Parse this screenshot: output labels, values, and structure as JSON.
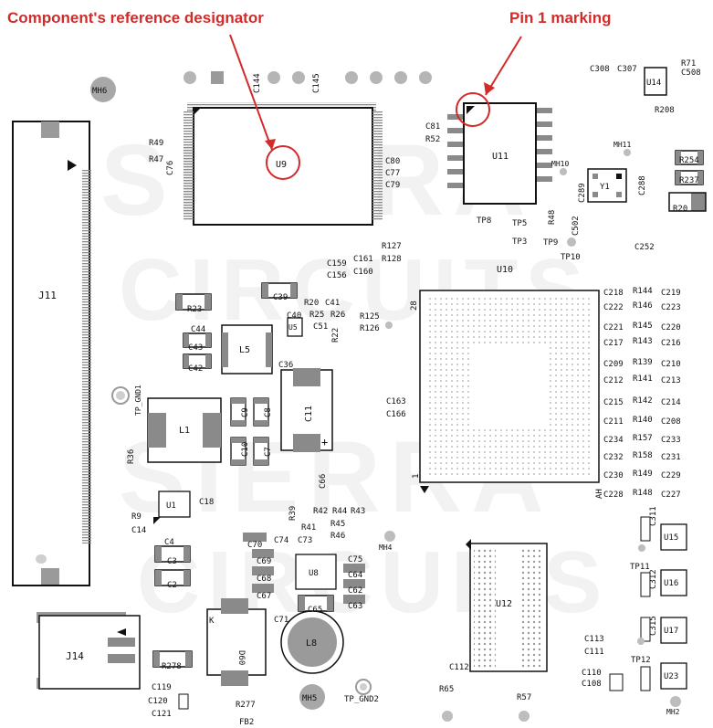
{
  "callouts": {
    "designator_text": "Component's reference designator",
    "pin1_text": "Pin 1 marking"
  },
  "colors": {
    "accent": "#d32a2a",
    "pad": "#9a9a9a",
    "pad_dark": "#7d7d7d",
    "outline": "#111111",
    "watermark": "#f1f1f1"
  },
  "watermark": {
    "words": [
      "SIERRA",
      "CIRCUITS"
    ]
  },
  "components": {
    "u9": "U9",
    "u11": "U11",
    "u10": "U10",
    "u12": "U12",
    "j11": "J11",
    "j14": "J14",
    "l1": "L1",
    "l5": "L5",
    "l8": "L8",
    "c11": "C11",
    "u14": "U14",
    "y1": "Y1",
    "u5": "U5",
    "u1": "U1",
    "u8": "U8",
    "d60": "D60",
    "u15": "U15",
    "u16": "U16",
    "u17": "U17",
    "u23": "U23",
    "mh6": "MH6",
    "mh5": "MH5",
    "mh4": "MH4",
    "mh2": "MH2",
    "mh10": "MH10",
    "mh11": "MH11",
    "tp_gnd1": "TP_GND1",
    "tp_gnd2": "TP_GND2"
  },
  "silk_labels": [
    {
      "id": "c144",
      "text": "C144"
    },
    {
      "id": "c145",
      "text": "C145"
    },
    {
      "id": "r49",
      "text": "R49"
    },
    {
      "id": "r47",
      "text": "R47"
    },
    {
      "id": "c76",
      "text": "C76"
    },
    {
      "id": "c81",
      "text": "C81"
    },
    {
      "id": "r52",
      "text": "R52"
    },
    {
      "id": "c80",
      "text": "C80"
    },
    {
      "id": "c77",
      "text": "C77"
    },
    {
      "id": "c79",
      "text": "C79"
    },
    {
      "id": "c308",
      "text": "C308"
    },
    {
      "id": "c307",
      "text": "C307"
    },
    {
      "id": "r71",
      "text": "R71"
    },
    {
      "id": "c508",
      "text": "C508"
    },
    {
      "id": "r208",
      "text": "R208"
    },
    {
      "id": "r254",
      "text": "R254"
    },
    {
      "id": "r237",
      "text": "R237"
    },
    {
      "id": "r20",
      "text": "R20"
    },
    {
      "id": "c288",
      "text": "C288"
    },
    {
      "id": "c289",
      "text": "C289"
    },
    {
      "id": "tp8",
      "text": "TP8"
    },
    {
      "id": "tp5",
      "text": "TP5"
    },
    {
      "id": "tp3",
      "text": "TP3"
    },
    {
      "id": "tp9",
      "text": "TP9"
    },
    {
      "id": "tp10",
      "text": "TP10"
    },
    {
      "id": "r48",
      "text": "R48"
    },
    {
      "id": "c502",
      "text": "C502"
    },
    {
      "id": "c252",
      "text": "C252"
    },
    {
      "id": "r127",
      "text": "R127"
    },
    {
      "id": "r128",
      "text": "R128"
    },
    {
      "id": "c159",
      "text": "C159"
    },
    {
      "id": "c156",
      "text": "C156"
    },
    {
      "id": "c161",
      "text": "C161"
    },
    {
      "id": "c160",
      "text": "C160"
    },
    {
      "id": "r23",
      "text": "R23"
    },
    {
      "id": "c39",
      "text": "C39"
    },
    {
      "id": "c43",
      "text": "C43"
    },
    {
      "id": "c42",
      "text": "C42"
    },
    {
      "id": "c44",
      "text": "C44"
    },
    {
      "id": "r20b",
      "text": "R20"
    },
    {
      "id": "c41",
      "text": "C41"
    },
    {
      "id": "r25",
      "text": "R25"
    },
    {
      "id": "r26",
      "text": "R26"
    },
    {
      "id": "c40",
      "text": "C40"
    },
    {
      "id": "c51",
      "text": "C51"
    },
    {
      "id": "r22",
      "text": "R22"
    },
    {
      "id": "c36",
      "text": "C36"
    },
    {
      "id": "r125",
      "text": "R125"
    },
    {
      "id": "r126",
      "text": "R126"
    },
    {
      "id": "pin28",
      "text": "28"
    },
    {
      "id": "c163",
      "text": "C163"
    },
    {
      "id": "c166",
      "text": "C166"
    },
    {
      "id": "pin1",
      "text": "1"
    },
    {
      "id": "ah",
      "text": "AH"
    },
    {
      "id": "c9",
      "text": "C9"
    },
    {
      "id": "c8",
      "text": "C8"
    },
    {
      "id": "c10",
      "text": "C10"
    },
    {
      "id": "c7",
      "text": "C7"
    },
    {
      "id": "r36",
      "text": "R36"
    },
    {
      "id": "c66",
      "text": "C66"
    },
    {
      "id": "c18",
      "text": "C18"
    },
    {
      "id": "r9",
      "text": "R9"
    },
    {
      "id": "c14",
      "text": "C14"
    },
    {
      "id": "c4",
      "text": "C4"
    },
    {
      "id": "c3",
      "text": "C3"
    },
    {
      "id": "c2",
      "text": "C2"
    },
    {
      "id": "r39",
      "text": "R39"
    },
    {
      "id": "r42",
      "text": "R42"
    },
    {
      "id": "r44",
      "text": "R44"
    },
    {
      "id": "r43",
      "text": "R43"
    },
    {
      "id": "r41",
      "text": "R41"
    },
    {
      "id": "r45",
      "text": "R45"
    },
    {
      "id": "r46",
      "text": "R46"
    },
    {
      "id": "c74",
      "text": "C74"
    },
    {
      "id": "c73",
      "text": "C73"
    },
    {
      "id": "c70",
      "text": "C70"
    },
    {
      "id": "c69",
      "text": "C69"
    },
    {
      "id": "c68",
      "text": "C68"
    },
    {
      "id": "c67",
      "text": "C67"
    },
    {
      "id": "c75",
      "text": "C75"
    },
    {
      "id": "c64",
      "text": "C64"
    },
    {
      "id": "c62",
      "text": "C62"
    },
    {
      "id": "c63",
      "text": "C63"
    },
    {
      "id": "c65",
      "text": "C65"
    },
    {
      "id": "c71",
      "text": "C71"
    },
    {
      "id": "r278",
      "text": "R278"
    },
    {
      "id": "r277",
      "text": "R277"
    },
    {
      "id": "c119",
      "text": "C119"
    },
    {
      "id": "c120",
      "text": "C120"
    },
    {
      "id": "c121",
      "text": "C121"
    },
    {
      "id": "fb2",
      "text": "FB2"
    },
    {
      "id": "r65",
      "text": "R65"
    },
    {
      "id": "r57",
      "text": "R57"
    },
    {
      "id": "c112",
      "text": "C112"
    },
    {
      "id": "c113",
      "text": "C113"
    },
    {
      "id": "c111",
      "text": "C111"
    },
    {
      "id": "c110",
      "text": "C110"
    },
    {
      "id": "c108",
      "text": "C108"
    },
    {
      "id": "tp11",
      "text": "TP11"
    },
    {
      "id": "tp12",
      "text": "TP12"
    },
    {
      "id": "c218",
      "text": "C218"
    },
    {
      "id": "c219",
      "text": "C219"
    },
    {
      "id": "c222",
      "text": "C222"
    },
    {
      "id": "c223",
      "text": "C223"
    },
    {
      "id": "c221",
      "text": "C221"
    },
    {
      "id": "c220",
      "text": "C220"
    },
    {
      "id": "c217",
      "text": "C217"
    },
    {
      "id": "c216",
      "text": "C216"
    },
    {
      "id": "c209",
      "text": "C209"
    },
    {
      "id": "c210",
      "text": "C210"
    },
    {
      "id": "c212",
      "text": "C212"
    },
    {
      "id": "c213",
      "text": "C213"
    },
    {
      "id": "c215",
      "text": "C215"
    },
    {
      "id": "c214",
      "text": "C214"
    },
    {
      "id": "c211",
      "text": "C211"
    },
    {
      "id": "c208",
      "text": "C208"
    },
    {
      "id": "c234",
      "text": "C234"
    },
    {
      "id": "c233",
      "text": "C233"
    },
    {
      "id": "c232",
      "text": "C232"
    },
    {
      "id": "c231",
      "text": "C231"
    },
    {
      "id": "c230",
      "text": "C230"
    },
    {
      "id": "c229",
      "text": "C229"
    },
    {
      "id": "c228",
      "text": "C228"
    },
    {
      "id": "c227",
      "text": "C227"
    },
    {
      "id": "r144",
      "text": "R144"
    },
    {
      "id": "r146",
      "text": "R146"
    },
    {
      "id": "r145",
      "text": "R145"
    },
    {
      "id": "r143",
      "text": "R143"
    },
    {
      "id": "r139",
      "text": "R139"
    },
    {
      "id": "r141",
      "text": "R141"
    },
    {
      "id": "r142",
      "text": "R142"
    },
    {
      "id": "r140",
      "text": "R140"
    },
    {
      "id": "r157",
      "text": "R157"
    },
    {
      "id": "r158",
      "text": "R158"
    },
    {
      "id": "r149",
      "text": "R149"
    },
    {
      "id": "r148",
      "text": "R148"
    },
    {
      "id": "c311",
      "text": "C311"
    },
    {
      "id": "c312",
      "text": "C312"
    },
    {
      "id": "c315",
      "text": "C315"
    }
  ]
}
